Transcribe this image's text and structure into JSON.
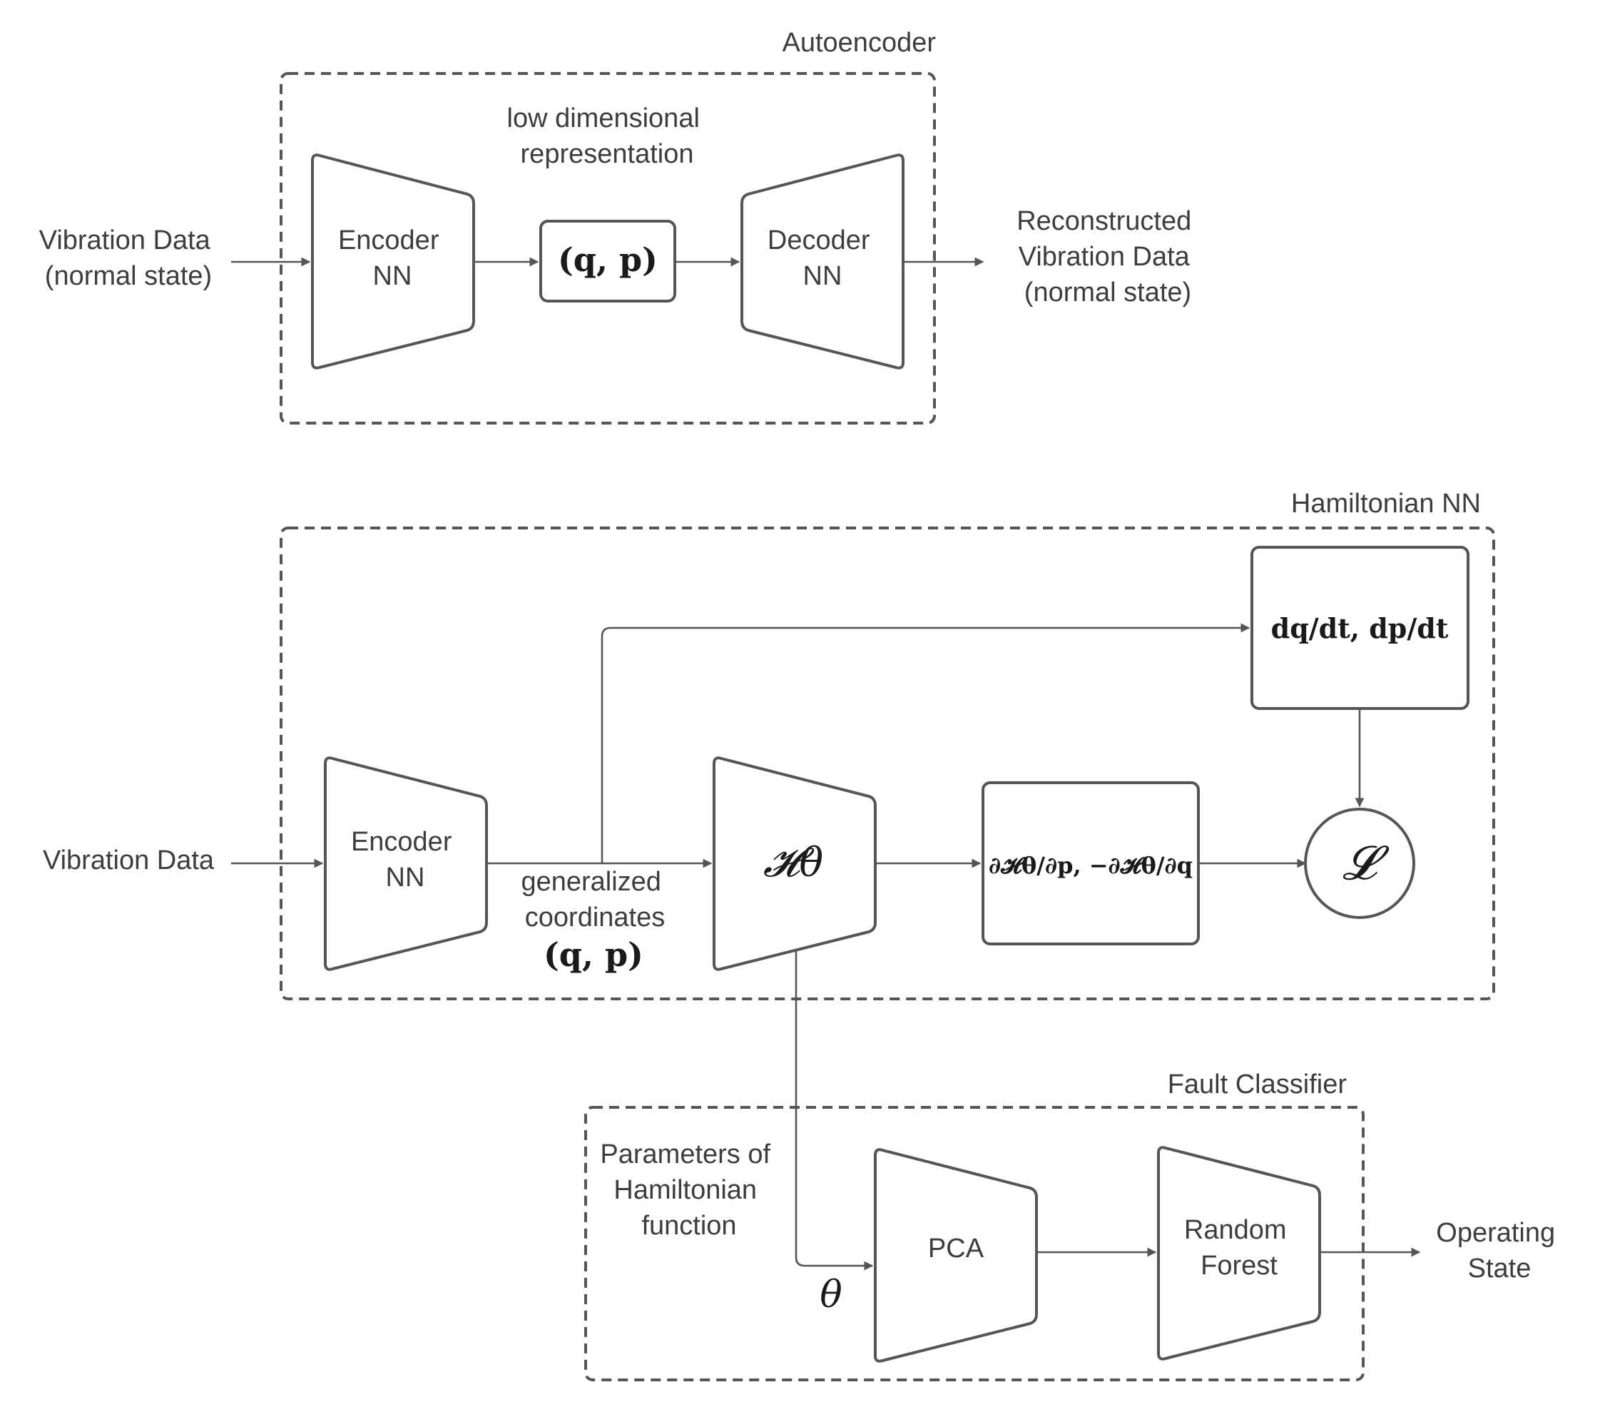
{
  "groups": {
    "autoencoder": "Autoencoder",
    "hamiltonian": "Hamiltonian NN",
    "classifier": "Fault Classifier"
  },
  "autoencoder": {
    "input": [
      "Vibration Data",
      "(normal state)"
    ],
    "encoder": [
      "Encoder",
      "NN"
    ],
    "latent_caption": [
      "low dimensional",
      "representation"
    ],
    "latent": "(q, p)",
    "decoder": [
      "Decoder",
      "NN"
    ],
    "output": [
      "Reconstructed",
      "Vibration Data",
      "(normal state)"
    ]
  },
  "hamiltonian": {
    "input": "Vibration Data",
    "encoder": [
      "Encoder",
      "NN"
    ],
    "coords_caption": [
      "generalized",
      "coordinates"
    ],
    "coords": "(q, p)",
    "h_theta": "𝓗θ",
    "time_derivs": "dq/dt, dp/dt",
    "partials": "∂𝓗θ/∂p, −∂𝓗θ/∂q",
    "loss": "𝓛"
  },
  "classifier": {
    "params_caption": [
      "Parameters of",
      "Hamiltonian",
      "function"
    ],
    "theta": "θ",
    "pca": "PCA",
    "forest": [
      "Random",
      "Forest"
    ],
    "output": [
      "Operating",
      "State"
    ]
  }
}
